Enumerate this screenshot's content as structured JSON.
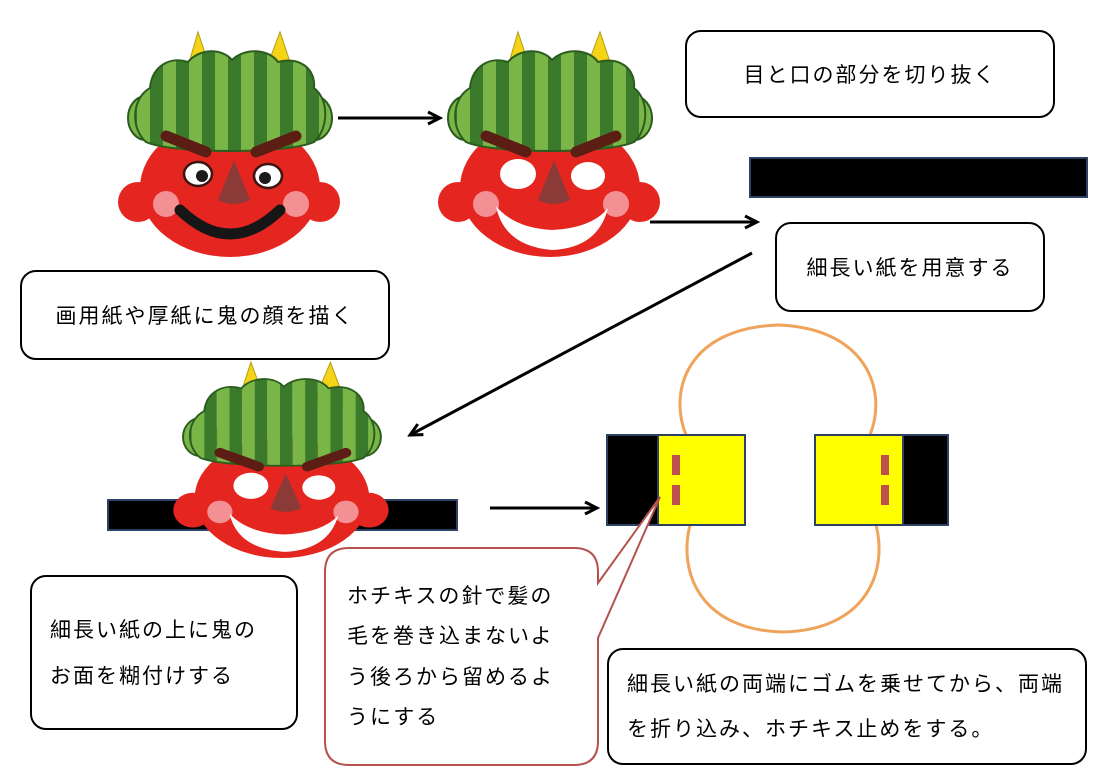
{
  "steps": {
    "draw_face": {
      "lines": [
        "画用紙や厚紙に鬼の顔を描く"
      ]
    },
    "cut_out": {
      "lines": [
        "目と口の部分を切り抜く"
      ]
    },
    "prepare_strip": {
      "lines": [
        "細長い紙を用意する"
      ]
    },
    "glue_mask": {
      "lines": [
        "細長い紙の上に鬼の",
        "お面を糊付けする"
      ]
    },
    "staple_rubber": {
      "lines": [
        "細長い紙の両端にゴムを乗せてから、両端",
        "を折り込み、ホチキス止めをする。"
      ]
    }
  },
  "callout": {
    "lines": [
      "ホチキスの針で髪の",
      "毛を巻き込まないよ",
      "う後ろから留めるよ",
      "うにする"
    ]
  },
  "colors": {
    "face_red": "#e52620",
    "hair_dark_green": "#3b7a2a",
    "hair_light_green": "#79b547",
    "horn_yellow": "#f5d316",
    "strip_black": "#000000",
    "strip_border": "#2e4165",
    "tab_yellow": "#ffff00",
    "staple_red": "#c0504d",
    "rubber_band_orange": "#f0a35a",
    "callout_border": "#b5524e",
    "box_border": "#000000"
  }
}
